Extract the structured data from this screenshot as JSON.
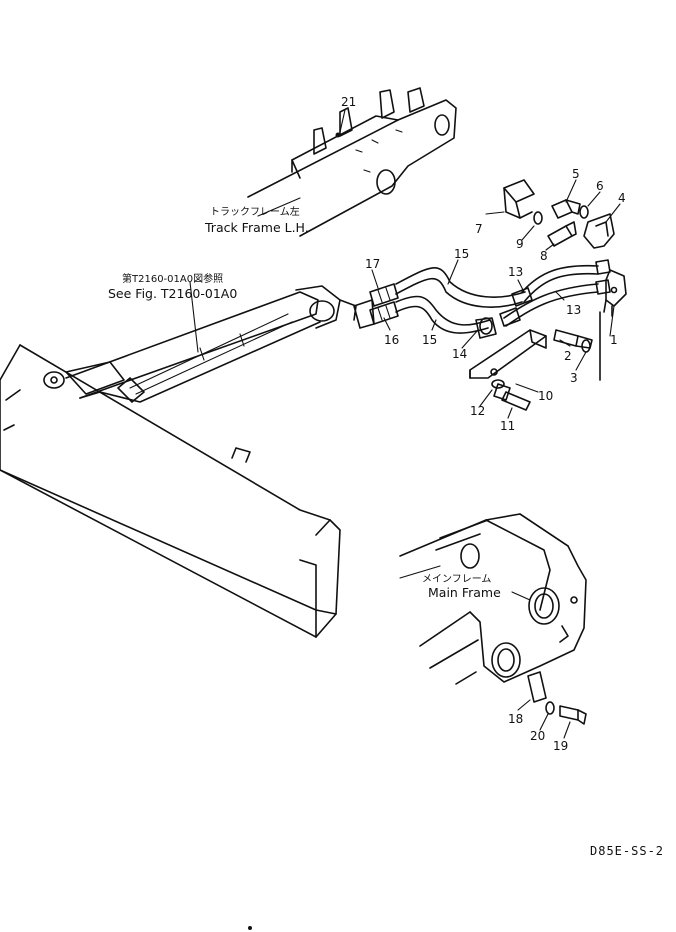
{
  "labels": {
    "track_frame_jp": "トラックフレーム左",
    "track_frame_en": "Track Frame L.H.",
    "ref_fig_jp": "第T2160-01A0図参照",
    "ref_fig_en": "See Fig. T2160-01A0",
    "main_frame_jp": "メインフレーム",
    "main_frame_en": "Main Frame",
    "drawing_code": "D85E-SS-2"
  },
  "callouts": {
    "n1": "1",
    "n2": "2",
    "n3": "3",
    "n4": "4",
    "n5": "5",
    "n6": "6",
    "n7": "7",
    "n8": "8",
    "n9": "9",
    "n10": "10",
    "n11": "11",
    "n12": "12",
    "n13a": "13",
    "n13b": "13",
    "n14": "14",
    "n15a": "15",
    "n15b": "15",
    "n16": "16",
    "n17": "17",
    "n18": "18",
    "n19": "19",
    "n20": "20",
    "n21": "21"
  }
}
